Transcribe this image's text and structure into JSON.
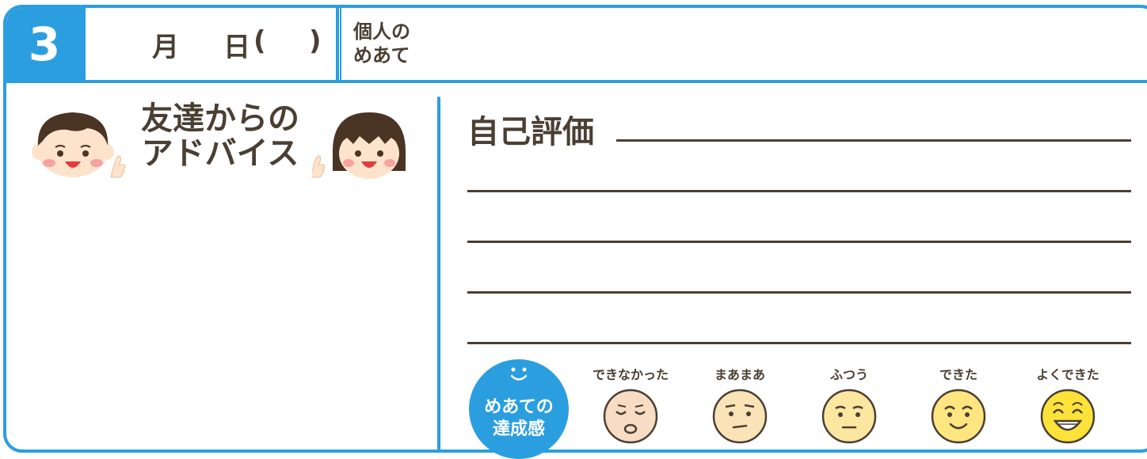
{
  "header": {
    "number": "3",
    "month_label": "月",
    "day_label": "日",
    "weekday_paren_open": "(",
    "weekday_paren_close": ")",
    "goal_label_line1": "個人の",
    "goal_label_line2": "めあて"
  },
  "advice": {
    "title_line1": "友達からの",
    "title_line2": "アドバイス"
  },
  "self_eval": {
    "title": "自己評価"
  },
  "achievement": {
    "badge_line1": "めあての",
    "badge_line2": "達成感",
    "ratings": [
      {
        "label": "できなかった",
        "icon": "sad-face-icon",
        "color": "#f8dcc4"
      },
      {
        "label": "まあまあ",
        "icon": "worried-face-icon",
        "color": "#fbe3b8"
      },
      {
        "label": "ふつう",
        "icon": "neutral-face-icon",
        "color": "#fce7a0"
      },
      {
        "label": "できた",
        "icon": "smile-face-icon",
        "color": "#fde680"
      },
      {
        "label": "よくできた",
        "icon": "grin-face-icon",
        "color": "#fde23a"
      }
    ]
  },
  "colors": {
    "accent": "#2b9ee0",
    "text": "#4a3f33"
  }
}
